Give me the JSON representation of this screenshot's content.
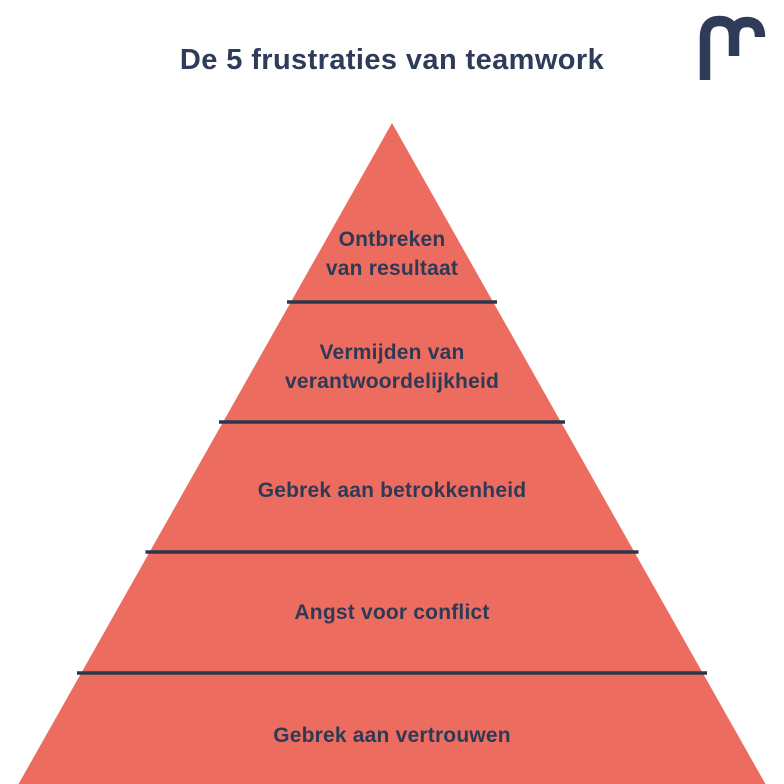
{
  "header": {
    "title": "De 5 frustraties van teamwork"
  },
  "logo": {
    "glyph": "m",
    "color": "#2E3C59"
  },
  "pyramid": {
    "fill": "#ED6C60",
    "divider_color": "#2A3649",
    "label_color": "#2E3A55",
    "levels": [
      {
        "rank": 1,
        "label": "Ontbreken van resultaat",
        "lines": [
          "Ontbreken",
          "van resultaat"
        ]
      },
      {
        "rank": 2,
        "label": "Vermijden van verantwoordelijkheid",
        "lines": [
          "Vermijden van",
          "verantwoordelijkheid"
        ]
      },
      {
        "rank": 3,
        "label": "Gebrek aan betrokkenheid",
        "lines": [
          "Gebrek aan betrokkenheid"
        ]
      },
      {
        "rank": 4,
        "label": "Angst voor conflict",
        "lines": [
          "Angst voor conflict"
        ]
      },
      {
        "rank": 5,
        "label": "Gebrek aan vertrouwen",
        "lines": [
          "Gebrek aan vertrouwen"
        ]
      }
    ]
  }
}
